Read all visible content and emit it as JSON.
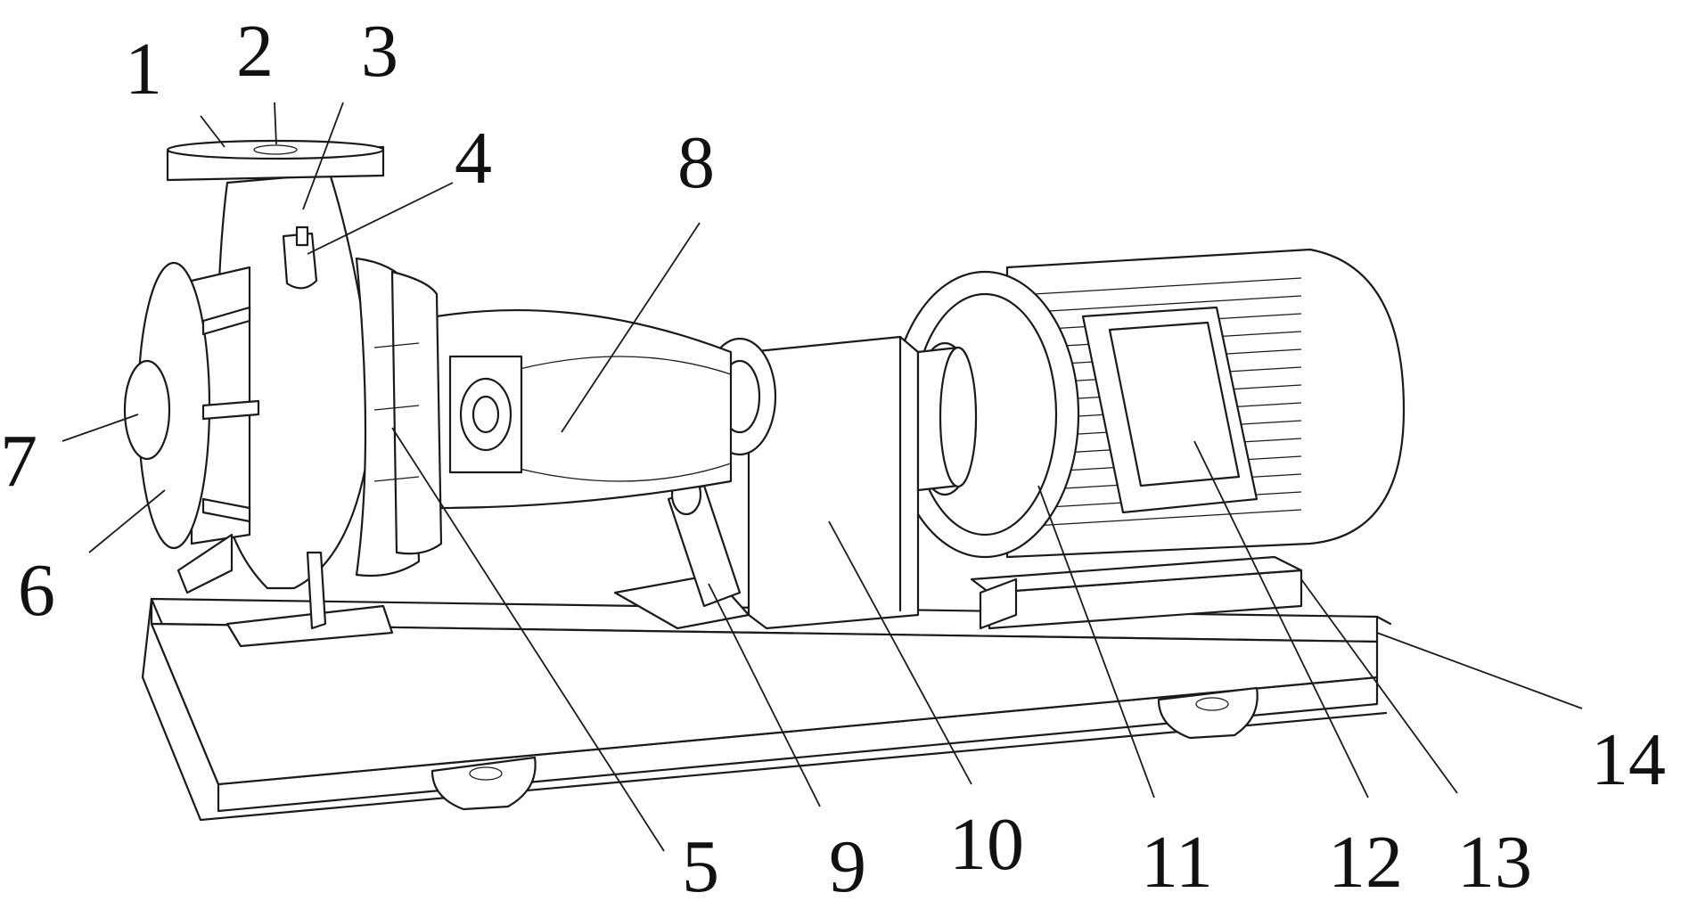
{
  "figure": {
    "callouts": [
      {
        "id": "c1",
        "label": "1"
      },
      {
        "id": "c2",
        "label": "2"
      },
      {
        "id": "c3",
        "label": "3"
      },
      {
        "id": "c4",
        "label": "4"
      },
      {
        "id": "c5",
        "label": "5"
      },
      {
        "id": "c6",
        "label": "6"
      },
      {
        "id": "c7",
        "label": "7"
      },
      {
        "id": "c8",
        "label": "8"
      },
      {
        "id": "c9",
        "label": "9"
      },
      {
        "id": "c10",
        "label": "10"
      },
      {
        "id": "c11",
        "label": "11"
      },
      {
        "id": "c12",
        "label": "12"
      },
      {
        "id": "c13",
        "label": "13"
      },
      {
        "id": "c14",
        "label": "14"
      }
    ]
  }
}
